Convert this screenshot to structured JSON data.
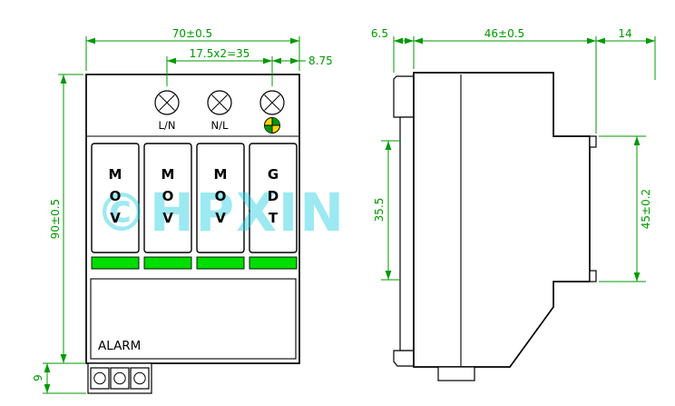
{
  "colors": {
    "outline": "#000000",
    "dimension": "#009900",
    "gdt_fill": "#00dcee",
    "indicator_fill": "#00dd00",
    "ground_yellow": "#ffd900",
    "ground_green": "#009900",
    "watermark": "#26cfe3"
  },
  "front_view": {
    "dimensions": {
      "width": "70±0.5",
      "pitch": "17.5x2=35",
      "edge_offset": "8.75",
      "height": "90±0.5",
      "terminal_height": "9"
    },
    "terminal_labels": [
      "L/N",
      "N/L"
    ],
    "modules": [
      {
        "letters": [
          "M",
          "O",
          "V"
        ]
      },
      {
        "letters": [
          "M",
          "O",
          "V"
        ]
      },
      {
        "letters": [
          "M",
          "O",
          "V"
        ]
      },
      {
        "letters": [
          "G",
          "D",
          "T"
        ]
      }
    ],
    "alarm_label": "ALARM"
  },
  "side_view": {
    "dimensions": {
      "clip_depth": "6.5",
      "total_depth": "46±0.5",
      "front_depth": "14",
      "height_left": "35.5",
      "height_right": "45±0.2"
    }
  },
  "watermark": "©HPXIN"
}
